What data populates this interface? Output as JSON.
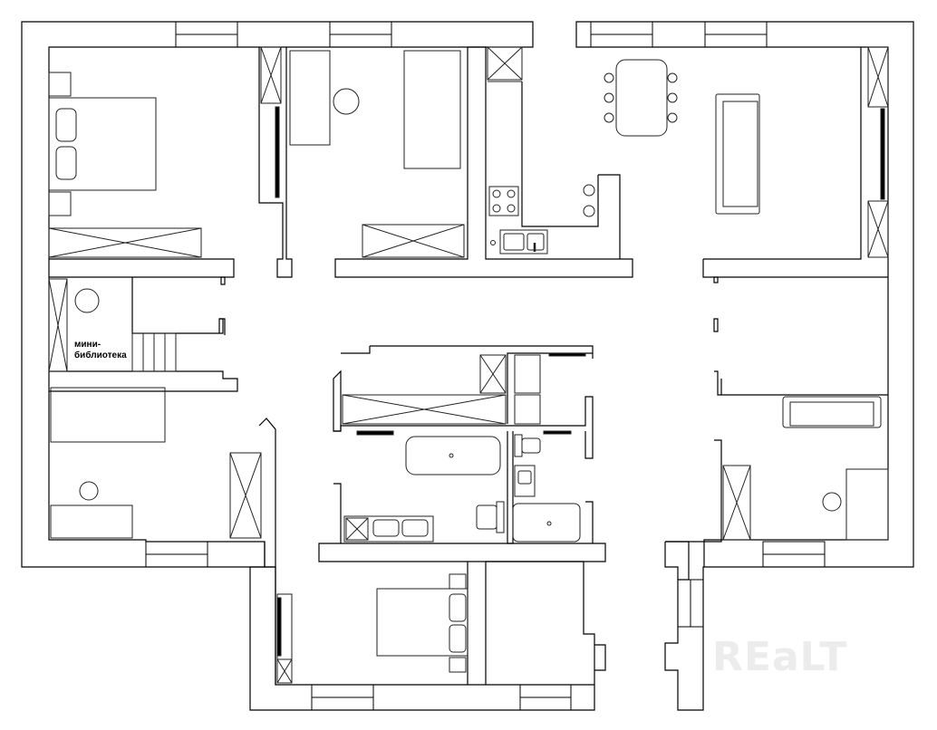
{
  "plan": {
    "room_label": {
      "line1": "мини-",
      "line2": "библиотека"
    },
    "watermark": "REaLT",
    "colors": {
      "wall_fill": "#ffffff",
      "line": "#000000",
      "furniture_line": "#222222",
      "watermark": "#ececec"
    },
    "icons": [
      "bed-icon",
      "pillow-icon",
      "wardrobe-icon",
      "desk-icon",
      "round-table-icon",
      "dining-table-icon",
      "chair-icon",
      "sofa-icon",
      "stove-icon",
      "kitchen-sink-icon",
      "bathtub-icon",
      "toilet-icon",
      "washbasin-icon",
      "stairs-icon",
      "tv-icon",
      "window-icon"
    ]
  }
}
